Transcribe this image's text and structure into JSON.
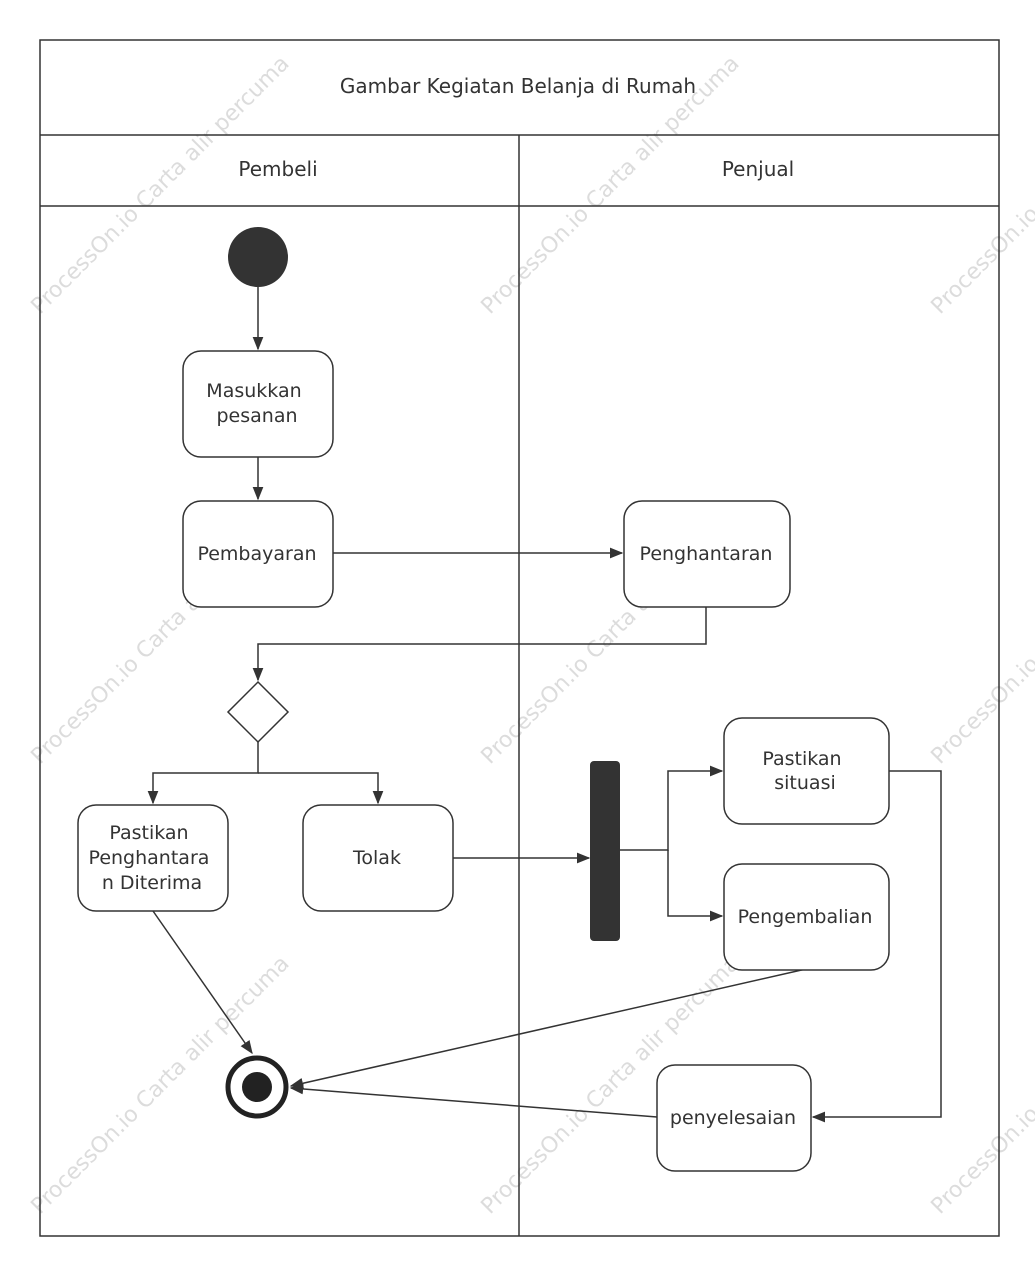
{
  "diagram": {
    "title": "Gambar Kegiatan Belanja di Rumah",
    "lanes": [
      {
        "label": "Pembeli"
      },
      {
        "label": "Penjual"
      }
    ],
    "nodes": {
      "masukkan_pesanan": {
        "lines": [
          "Masukkan",
          "pesanan"
        ]
      },
      "pembayaran": {
        "lines": [
          "Pembayaran"
        ]
      },
      "penghantaran": {
        "lines": [
          "Penghantaran"
        ]
      },
      "pastikan_penghantaran": {
        "lines": [
          "Pastikan",
          "Penghantara",
          "n Diterima"
        ]
      },
      "tolak": {
        "lines": [
          "Tolak"
        ]
      },
      "pastikan_situasi": {
        "lines": [
          "Pastikan",
          "situasi"
        ]
      },
      "pengembalian": {
        "lines": [
          "Pengembalian"
        ]
      },
      "penyelesaian": {
        "lines": [
          "penyelesaian"
        ]
      }
    },
    "watermark": "ProcessOn.io Carta alir percuma"
  },
  "colors": {
    "stroke": "#333333",
    "fill_dark": "#333333",
    "background": "#ffffff",
    "watermark": "#dcdcdc"
  }
}
